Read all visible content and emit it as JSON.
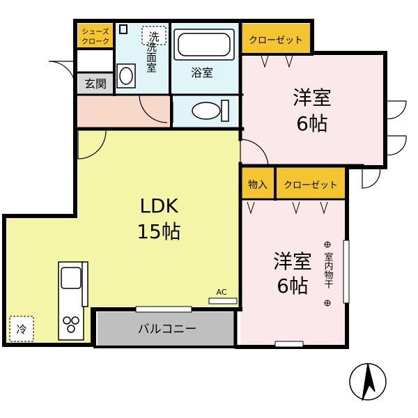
{
  "rooms": {
    "ldk": {
      "name": "LDK",
      "size": "15帖"
    },
    "western_room_1": {
      "name": "洋室",
      "size": "6帖"
    },
    "western_room_2": {
      "name": "洋室",
      "size": "6帖"
    },
    "bathroom": {
      "name": "浴室"
    },
    "washroom": {
      "name": "洗面室"
    },
    "entrance": {
      "name": "玄関"
    },
    "balcony": {
      "name": "バルコニー"
    }
  },
  "storage": {
    "shoe_cloak": {
      "line1": "シューズ",
      "line2": "クローク"
    },
    "closet_1": {
      "label": "クローゼット"
    },
    "closet_2": {
      "label": "クローゼット"
    },
    "storeroom": {
      "label": "物入"
    }
  },
  "fixtures": {
    "washer": "洗",
    "fridge": "冷",
    "ac": "AC",
    "indoor_drying": "室内物干"
  },
  "colors": {
    "ldk": "#f5f5a8",
    "western_rooms": "#fbe8ea",
    "hall": "#f8d8c8",
    "wet_area": "#e1f4f8",
    "entrance": "#d9d9d9",
    "balcony": "#bfbfbf",
    "storage": "#f4c431",
    "walls": "#000000"
  }
}
